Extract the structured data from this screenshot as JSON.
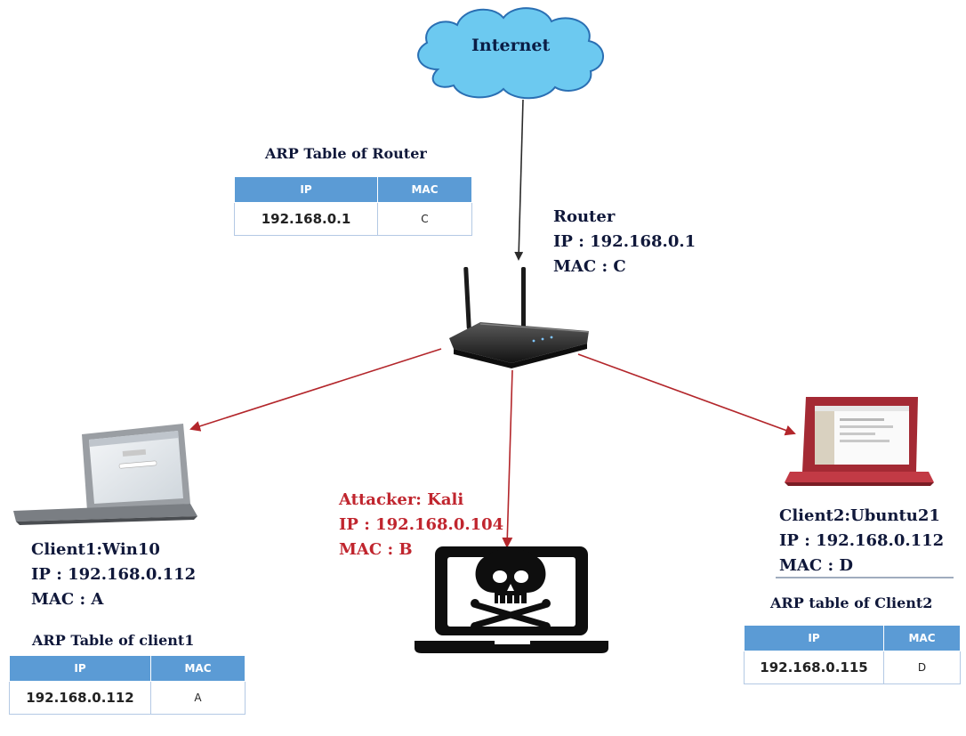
{
  "internet": {
    "label": "Internet"
  },
  "router": {
    "name": "Router",
    "ip": "IP : 192.168.0.1",
    "mac": "MAC : C",
    "arp_title": "ARP Table of Router",
    "arp_headers": [
      "IP",
      "MAC"
    ],
    "arp_row": [
      "192.168.0.1",
      "C"
    ]
  },
  "client1": {
    "name": "Client1:Win10",
    "ip": "IP : 192.168.0.112",
    "mac": "MAC : A",
    "arp_title": "ARP Table of  client1",
    "arp_headers": [
      "IP",
      "MAC"
    ],
    "arp_row": [
      "192.168.0.112",
      "A"
    ]
  },
  "attacker": {
    "name": "Attacker: Kali",
    "ip": "IP : 192.168.0.104",
    "mac": "MAC : B"
  },
  "client2": {
    "name": "Client2:Ubuntu21",
    "ip": "IP : 192.168.0.112",
    "mac": "MAC : D",
    "arp_title": "ARP table of  Client2",
    "arp_headers": [
      "IP",
      "MAC"
    ],
    "arp_row": [
      "192.168.0.115",
      "D"
    ]
  },
  "colors": {
    "cloud_fill": "#6cc9f0",
    "cloud_stroke": "#2a6fb3",
    "link_black": "#2b2b2b",
    "link_red": "#b3262b",
    "attacker_text": "#c0252e",
    "table_header": "#5b9bd5",
    "client2_laptop": "#b0303a"
  }
}
